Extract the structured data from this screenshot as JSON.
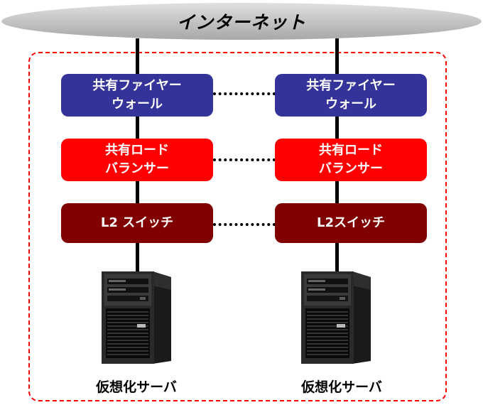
{
  "internet": {
    "label": "インターネット"
  },
  "columns": [
    {
      "firewall_label": "共有ファイヤー\nウォール",
      "loadbalancer_label": "共有ロード\nバランサー",
      "switch_label": "L2 スイッチ",
      "server_label": "仮想化サーバ"
    },
    {
      "firewall_label": "共有ファイヤー\nウォール",
      "loadbalancer_label": "共有ロード\nバランサー",
      "switch_label": "L2スイッチ",
      "server_label": "仮想化サーバ"
    }
  ],
  "colors": {
    "firewall": "#333399",
    "loadbalancer": "#ff0000",
    "switch": "#800000",
    "boundary": "#ff0000",
    "internet_cloud": "#c0c0c0"
  }
}
